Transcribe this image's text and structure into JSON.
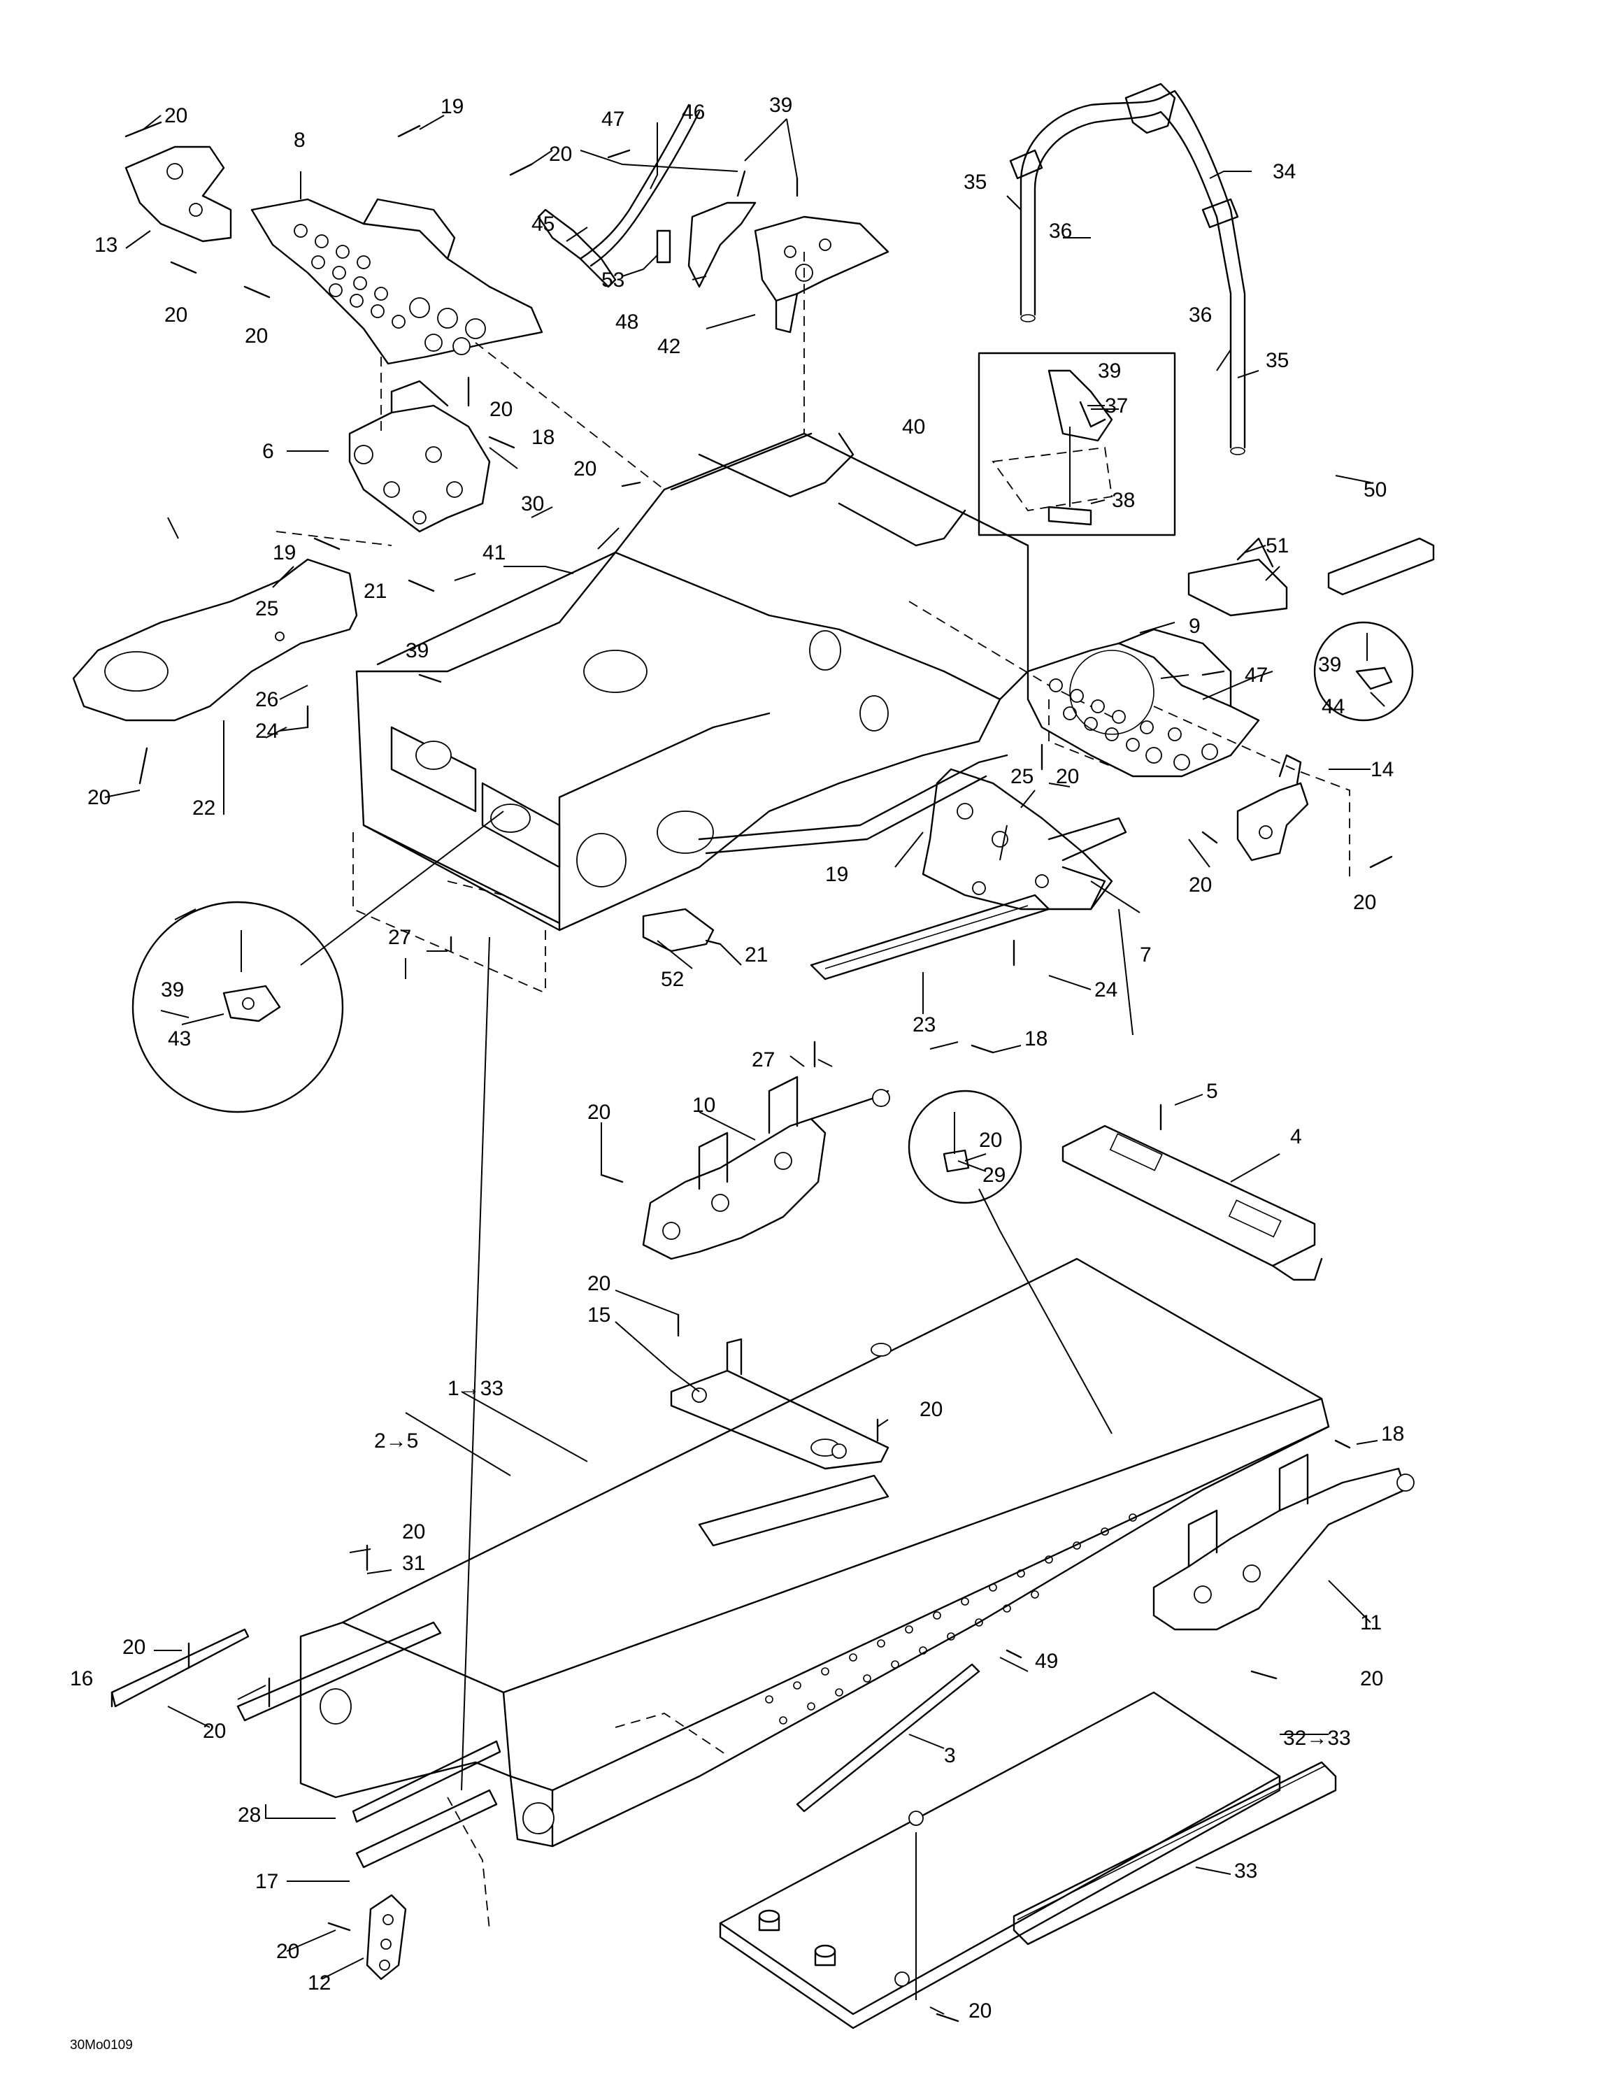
{
  "reference_code": "30Mo0109",
  "labels": [
    "20",
    "19",
    "20",
    "47",
    "46",
    "39",
    "34",
    "8",
    "13",
    "45",
    "53",
    "48",
    "42",
    "35",
    "36",
    "36",
    "35",
    "20",
    "20",
    "20",
    "6",
    "18",
    "20",
    "40",
    "39",
    "37",
    "38",
    "50",
    "30",
    "41",
    "19",
    "21",
    "25",
    "26",
    "24",
    "20",
    "22",
    "39",
    "9",
    "47",
    "39",
    "44",
    "51",
    "14",
    "20",
    "25",
    "19",
    "20",
    "20",
    "27",
    "21",
    "52",
    "7",
    "24",
    "23",
    "39",
    "43",
    "27",
    "18",
    "20",
    "5",
    "4",
    "10",
    "20",
    "29",
    "20",
    "15",
    "1→33",
    "20",
    "2→5",
    "18",
    "20",
    "31",
    "11",
    "20",
    "49",
    "20",
    "16",
    "20",
    "32→33",
    "3",
    "28",
    "17",
    "33",
    "20",
    "12",
    "20"
  ]
}
